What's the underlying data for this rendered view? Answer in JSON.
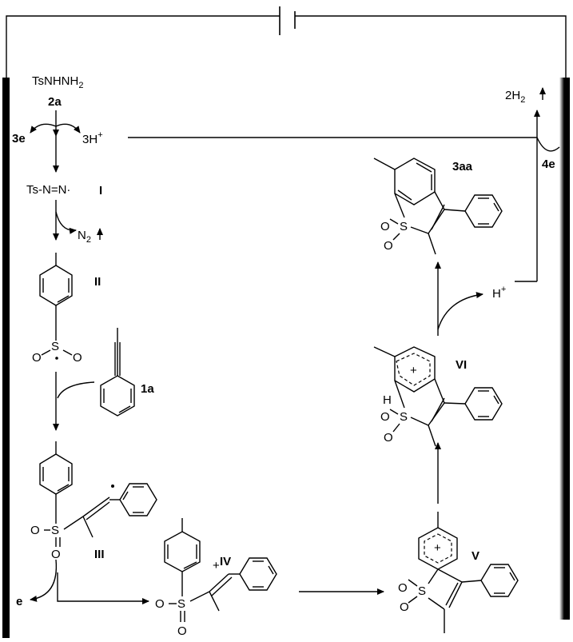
{
  "reagent": {
    "formula_prefix": "TsNHNH",
    "formula_sub": "2",
    "label": "2a"
  },
  "electrons": {
    "anode_first": "3e",
    "anode_second": "e",
    "cathode": "4e"
  },
  "protons": {
    "main": "3H",
    "main_sup": "+",
    "late": "H",
    "late_sup": "+"
  },
  "hydrogen": {
    "prefix": "2H",
    "sub": "2"
  },
  "nitrogen": {
    "prefix": "N",
    "sub": "2"
  },
  "radical_I": {
    "formula": "Ts-N=N·",
    "label": "I"
  },
  "intermediates": {
    "II": "II",
    "III": "III",
    "IV": "IV",
    "V": "V",
    "VI": "VI",
    "alkyne": "1a",
    "product": "3aa"
  },
  "atoms": {
    "S": "S",
    "O": "O",
    "H": "H",
    "plus": "+"
  },
  "colors": {
    "stroke": "#000000",
    "background": "#ffffff"
  }
}
